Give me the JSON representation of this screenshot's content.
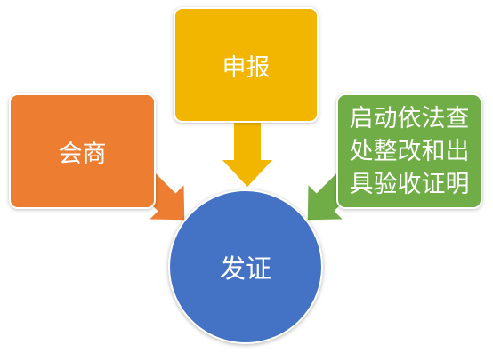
{
  "diagram": {
    "nodes": {
      "huishang": {
        "label": "会商",
        "color": "#ED7D31"
      },
      "shenbao": {
        "label": "申报",
        "color": "#F2B600"
      },
      "green": {
        "lines": [
          "启动依法查",
          "处整改和出",
          "具验收证明"
        ],
        "color": "#70AD47"
      },
      "fazheng": {
        "label": "发证",
        "color": "#4472C4"
      }
    },
    "arrows": {
      "huishang_to_fazheng": {
        "color": "#ED7D31"
      },
      "shenbao_to_fazheng": {
        "color": "#F2B600"
      },
      "green_to_fazheng": {
        "color": "#70AD47"
      }
    }
  }
}
